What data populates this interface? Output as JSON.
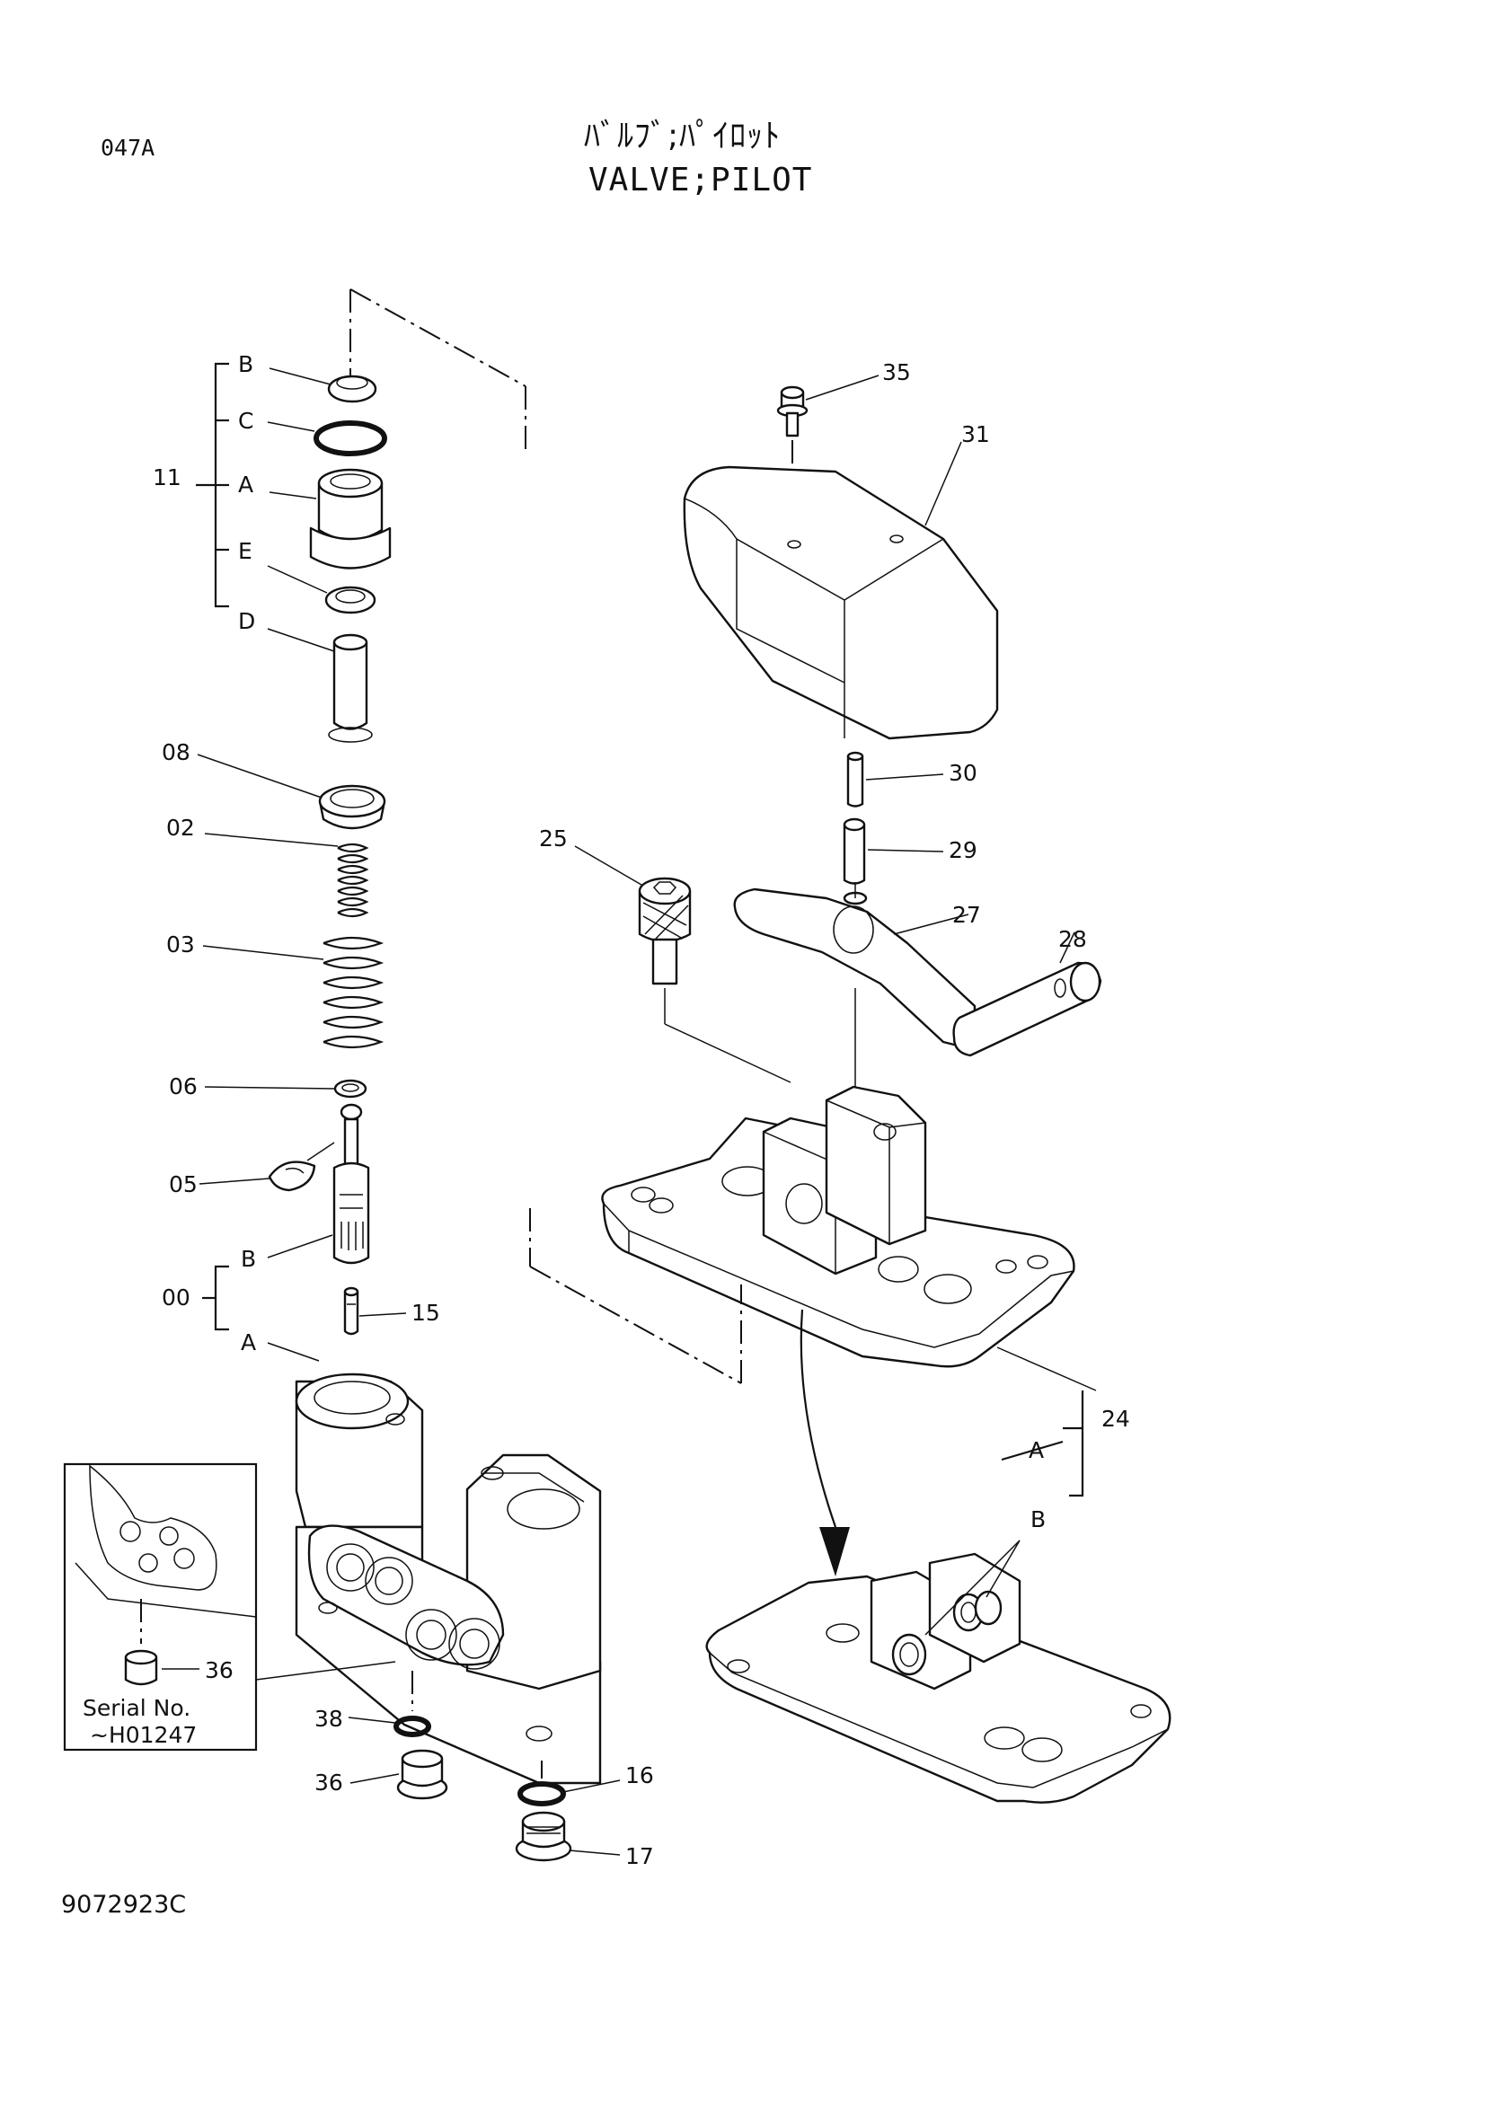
{
  "header": {
    "page_code": "047A",
    "title_jp": "ﾊﾞﾙﾌﾞ;ﾊﾟｲﾛｯﾄ",
    "title_en": "VALVE;PILOT"
  },
  "callouts": {
    "group_11": "11",
    "c11_b": "B",
    "c11_c": "C",
    "c11_a": "A",
    "c11_e": "E",
    "c11_d": "D",
    "c08": "08",
    "c02": "02",
    "c03": "03",
    "c06": "06",
    "c05": "05",
    "group_00": "00",
    "c00_b": "B",
    "c00_a": "A",
    "c15": "15",
    "c36_inset": "36",
    "c38": "38",
    "c36": "36",
    "c16": "16",
    "c17": "17",
    "c35": "35",
    "c31": "31",
    "c30": "30",
    "c29": "29",
    "c25": "25",
    "c27": "27",
    "c28": "28",
    "c24": "24",
    "c24_a": "A",
    "c24_b": "B"
  },
  "inset": {
    "serial_label": "Serial No.",
    "serial_range": "~H01247"
  },
  "footer": {
    "drawing_number": "9072923C"
  }
}
